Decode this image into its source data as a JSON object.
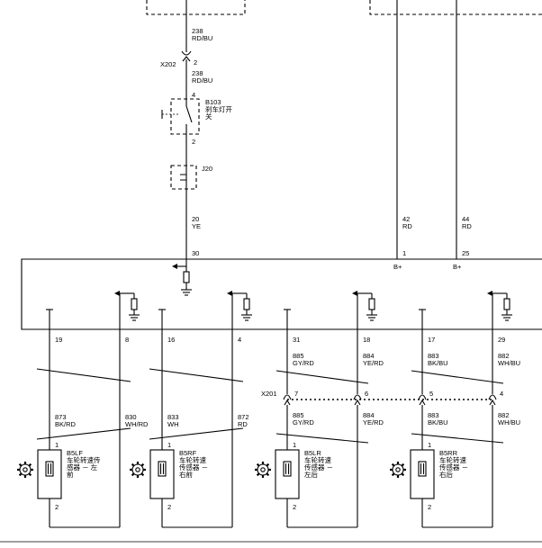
{
  "top": {
    "x202_label": "X202",
    "x202_pin": "2",
    "wire_238_upper_num": "238",
    "wire_238_upper_color": "RD/BU",
    "wire_238_lower_num": "238",
    "wire_238_lower_color": "RD/BU",
    "switch_pin_top": "4",
    "switch_pin_bottom": "2",
    "switch_id": "B103",
    "switch_name_1": "刹车灯开",
    "switch_name_2": "关",
    "j20_label": "J20",
    "wire_20_num": "20",
    "wire_20_color": "YE",
    "pin_30": "30",
    "wire_42_num": "42",
    "wire_42_color": "RD",
    "wire_44_num": "44",
    "wire_44_color": "RD",
    "pin_1": "1",
    "pin_25": "25",
    "b_plus_1": "B+",
    "b_plus_2": "B+"
  },
  "module_pins": [
    "19",
    "8",
    "16",
    "4",
    "31",
    "18",
    "17",
    "29"
  ],
  "x201": {
    "label": "X201",
    "pins": [
      "7",
      "6",
      "5",
      "4"
    ]
  },
  "wires_upper": [
    {
      "num": "885",
      "color": "GY/RD"
    },
    {
      "num": "884",
      "color": "YE/RD"
    },
    {
      "num": "883",
      "color": "BK/BU"
    },
    {
      "num": "882",
      "color": "WH/BU"
    }
  ],
  "wires_lower": [
    {
      "num": "873",
      "color": "BK/RD"
    },
    {
      "num": "830",
      "color": "WH/RD"
    },
    {
      "num": "833",
      "color": "WH"
    },
    {
      "num": "872",
      "color": "RD"
    },
    {
      "num": "885",
      "color": "GY/RD"
    },
    {
      "num": "884",
      "color": "YE/RD"
    },
    {
      "num": "883",
      "color": "BK/BU"
    },
    {
      "num": "882",
      "color": "WH/BU"
    }
  ],
  "sensors": [
    {
      "id": "B5LF",
      "line1": "车轮转速传",
      "line2": "感器 － 左",
      "line3": "前",
      "pin_top": "1",
      "pin_bottom": "2"
    },
    {
      "id": "B5RF",
      "line1": "车轮转速",
      "line2": "传感器 －",
      "line3": "右前",
      "pin_top": "1",
      "pin_bottom": "2"
    },
    {
      "id": "B5LR",
      "line1": "车轮转速",
      "line2": "传感器 －",
      "line3": "左后",
      "pin_top": "1",
      "pin_bottom": "2"
    },
    {
      "id": "B5RR",
      "line1": "车轮转速",
      "line2": "传感器 －",
      "line3": "右后",
      "pin_top": "1",
      "pin_bottom": "2"
    }
  ]
}
